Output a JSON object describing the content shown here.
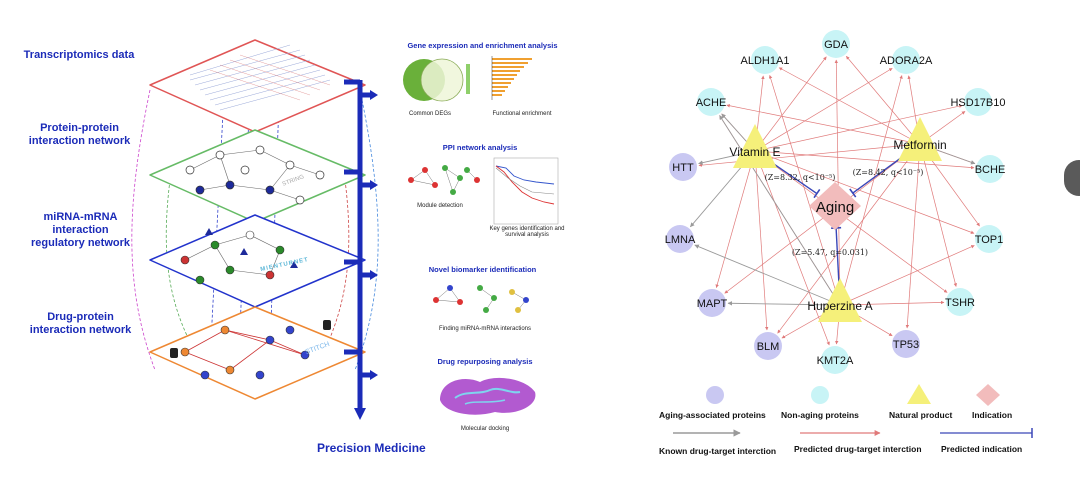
{
  "left_panel": {
    "layers": [
      {
        "label": "Transcriptomics data"
      },
      {
        "label": "Protein-protein interaction network"
      },
      {
        "label": "miRNA-mRNA interaction regulatory network"
      },
      {
        "label": "Drug-protein interaction network"
      }
    ],
    "layer_tags": {
      "mienturnet": "MIENTURNET",
      "string": "STRING",
      "stitch": "STITCH"
    },
    "analyses": [
      {
        "title": "Gene expression and enrichment analysis",
        "captions": [
          "Common DEGs",
          "Functional enrichment"
        ]
      },
      {
        "title": "PPI network analysis",
        "captions": [
          "Module detection",
          "Key genes identification and survival analysis"
        ]
      },
      {
        "title": "Novel biomarker identification",
        "captions": [
          "Finding miRNA-mRNA interactions"
        ]
      },
      {
        "title": "Drug repurposing analysis",
        "captions": [
          "Molecular docking"
        ]
      }
    ],
    "footer": "Precision Medicine"
  },
  "right_panel": {
    "center": "Aging",
    "drugs": [
      "Vitamin E",
      "Metformin",
      "Huperzine A"
    ],
    "edge_labels": [
      "(Z=8.32, q<10⁻⁵)",
      "(Z=8.42, q<10⁻⁵)",
      "(Z=5.47, q=0.031)"
    ],
    "aging_proteins": [
      "HTT",
      "LMNA",
      "MAPT",
      "BLM",
      "TP53"
    ],
    "non_aging_proteins": [
      "ALDH1A1",
      "GDA",
      "ADORA2A",
      "ACHE",
      "HSD17B10",
      "BCHE",
      "TOP1",
      "TSHR",
      "KMT2A"
    ],
    "legend": {
      "aging": "Aging-associated proteins",
      "non_aging": "Non-aging proteins",
      "natural": "Natural product",
      "indication": "Indication",
      "known": "Known  drug-target interction",
      "predicted": "Predicted drug-target interction",
      "predicted_ind": "Predicted  indication"
    }
  },
  "colors": {
    "aging_node": "#c9c8f2",
    "non_aging_node": "#c8f4f6",
    "drug": "#f5f07a",
    "indication": "#f2bcbc",
    "arrow_known": "#9a9a9a",
    "arrow_pred": "#e07a7a",
    "indication_line": "#3a47b8",
    "title_blue": "#1b2bb8"
  }
}
